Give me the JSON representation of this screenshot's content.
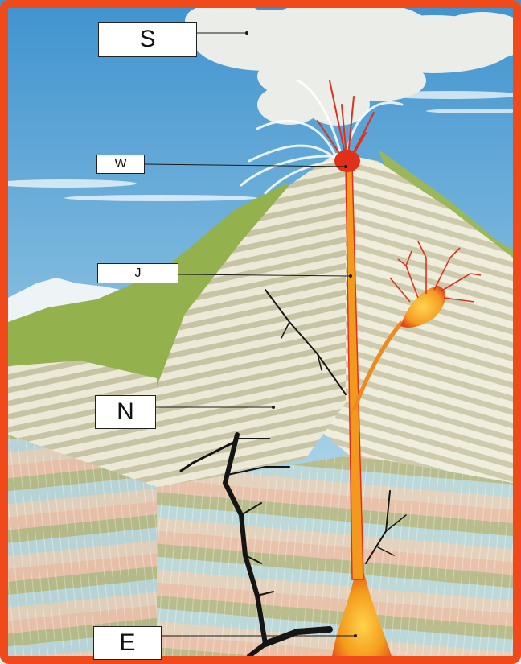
{
  "labels": {
    "S": "S",
    "W": "W",
    "J": "J",
    "N": "N",
    "E": "E"
  },
  "colors": {
    "frame": "#f04a1a",
    "sky_top": "#4f9fd2",
    "sky_bottom": "#d8ecf4",
    "magma": "#f6a21c",
    "lava_red": "#e0301a",
    "ash_cloud": "#e9ece6",
    "forest": "#8fb04a",
    "cone_layer_light": "#ebe9d6",
    "cone_layer_dark": "#c9c6a8",
    "strata_pink": "#e8c3ad",
    "strata_blue": "#bcd7d8",
    "strata_green": "#b8bd8a",
    "dike_black": "#151515"
  }
}
